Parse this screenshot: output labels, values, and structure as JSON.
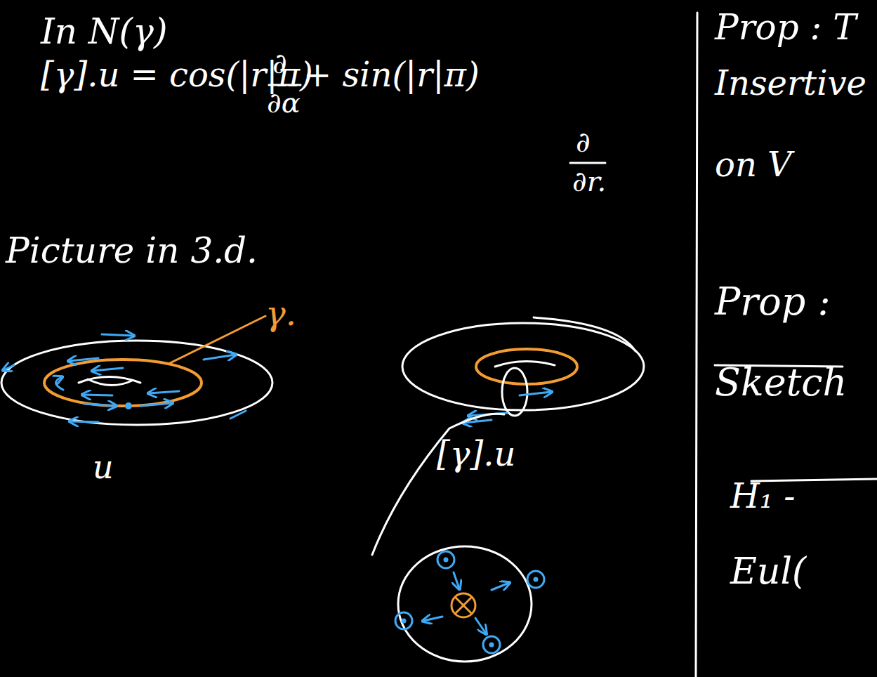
{
  "diagram": {
    "labels": [
      "In N(γ)",
      "[γ].u = cos(|r|π)",
      "∂",
      "∂α",
      "+ sin(|r|π)",
      "∂",
      "∂r.",
      "Picture in 3.d.",
      "γ.",
      "u",
      "[γ].u",
      "Prop : T",
      "Insertive",
      "on V",
      "Prop :",
      "Sketch",
      "H₁ -",
      "Eul("
    ]
  }
}
